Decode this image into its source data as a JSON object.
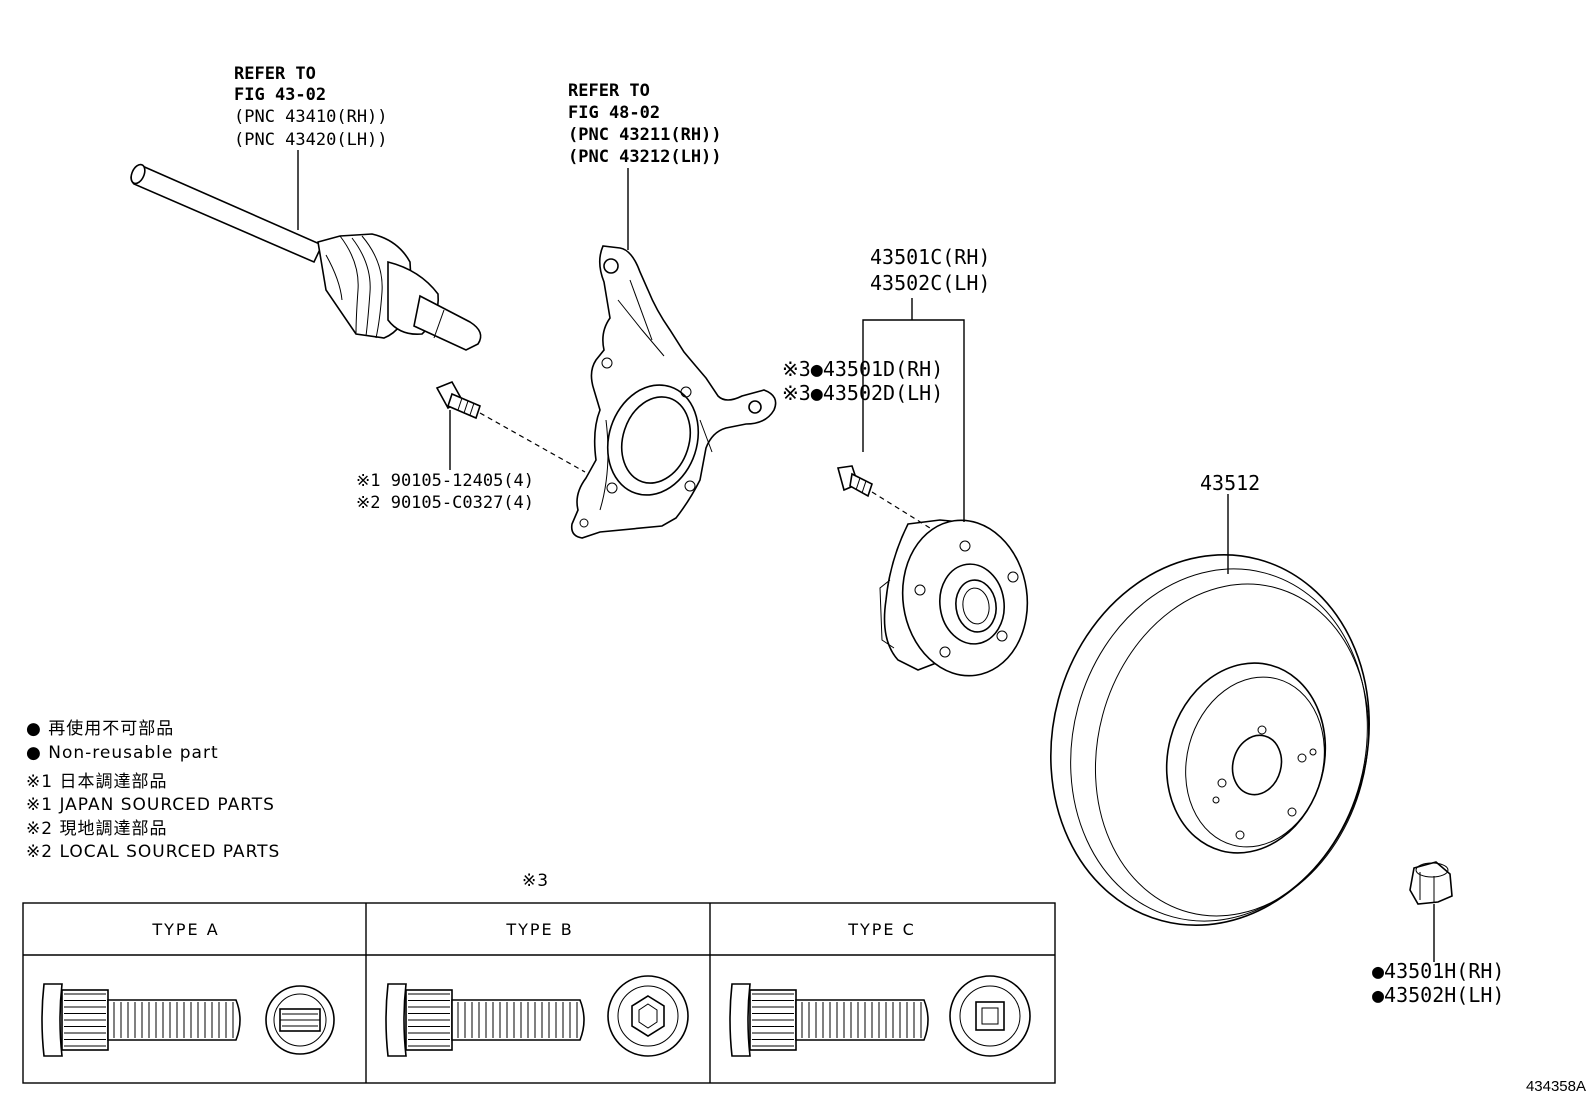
{
  "callouts": {
    "driveshaft": [
      "REFER TO",
      "FIG 43-02",
      "(PNC 43410(RH))",
      "(PNC 43420(LH))"
    ],
    "knuckle": [
      "REFER TO",
      "FIG 48-02",
      "(PNC 43211(RH))",
      "(PNC 43212(LH))"
    ],
    "hub": [
      "43501C(RH)",
      "43502C(LH)"
    ],
    "hub_bolt": [
      "※3●43501D(RH)",
      "※3●43502D(LH)"
    ],
    "knuckle_bolt": [
      "※1 90105-12405(4)",
      "※2 90105-C0327(4)"
    ],
    "rotor": "43512",
    "nut": [
      "●43501H(RH)",
      "●43502H(LH)"
    ]
  },
  "legend": [
    "● 再使用不可部品",
    "● Non-reusable part",
    "※1 日本調達部品",
    "※1 JAPAN SOURCED PARTS",
    "※2 現地調達部品",
    "※2 LOCAL SOURCED PARTS"
  ],
  "type_table": {
    "note": "※3",
    "columns": [
      "TYPE A",
      "TYPE B",
      "TYPE C"
    ],
    "head_icons": [
      "slot-head-icon",
      "hex-socket-head-icon",
      "square-socket-head-icon"
    ]
  },
  "figure_id": "434358A"
}
